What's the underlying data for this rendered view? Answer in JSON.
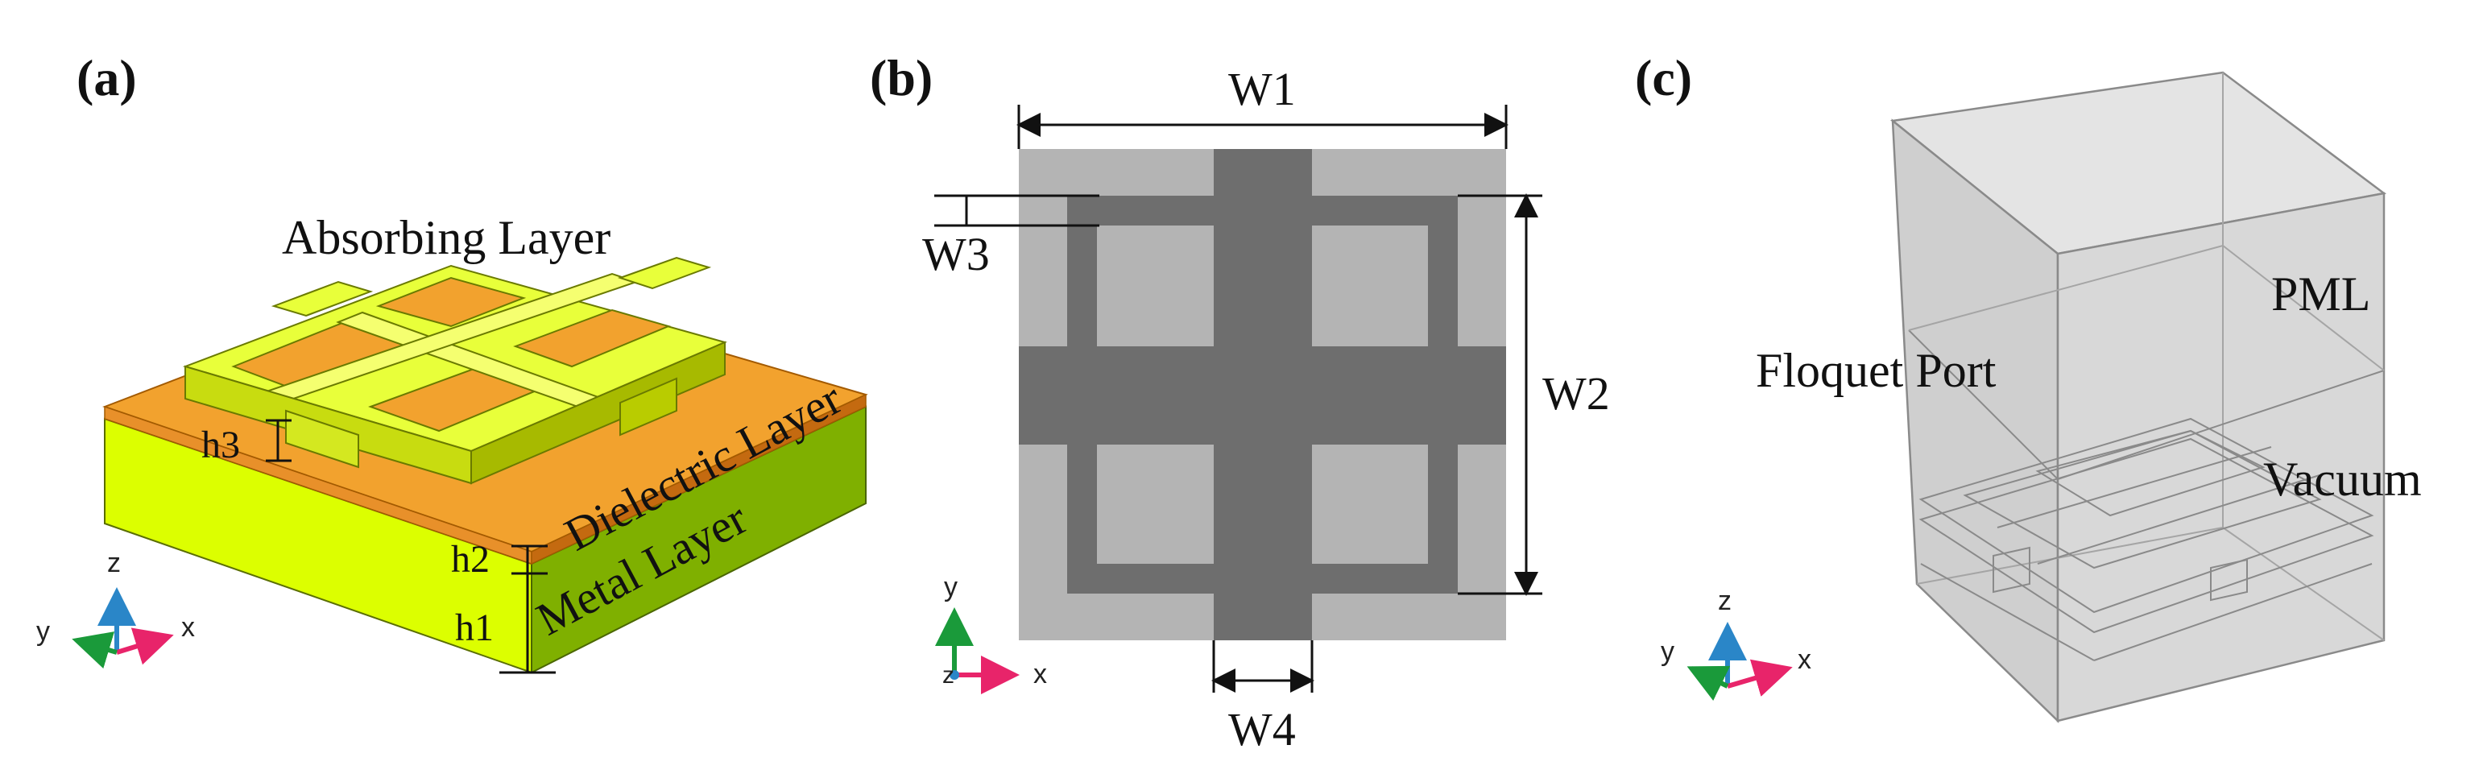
{
  "panel_a": {
    "tag": "(a)",
    "absorbing_layer": "Absorbing Layer",
    "dielectric_layer": "Dielectric Layer",
    "metal_layer": "Metal Layer",
    "h1": "h1",
    "h2": "h2",
    "h3": "h3",
    "triad": {
      "x": "x",
      "y": "y",
      "z": "z"
    }
  },
  "panel_b": {
    "tag": "(b)",
    "w1": "W1",
    "w2": "W2",
    "w3": "W3",
    "w4": "W4",
    "triad": {
      "x": "x",
      "y": "y",
      "z": "z"
    }
  },
  "panel_c": {
    "tag": "(c)",
    "pml": "PML",
    "floquet_port": "Floquet Port",
    "vacuum": "Vacuum",
    "triad": {
      "x": "x",
      "y": "y",
      "z": "z"
    }
  },
  "colors": {
    "gold_yellow": "#e8ff3a",
    "gold_yellow_dark": "#b8cc10",
    "dielectric_orange": "#f2a22e",
    "metal_green": "#7fb000",
    "base_yellow": "#dcff00",
    "sub_light_gray": "#b4b4b4",
    "sub_dark_gray": "#6e6e6e",
    "box_gray": "#cfcfcf",
    "axis_x": "#e8246a",
    "axis_y": "#1a9a3a",
    "axis_z": "#2a86c8"
  }
}
